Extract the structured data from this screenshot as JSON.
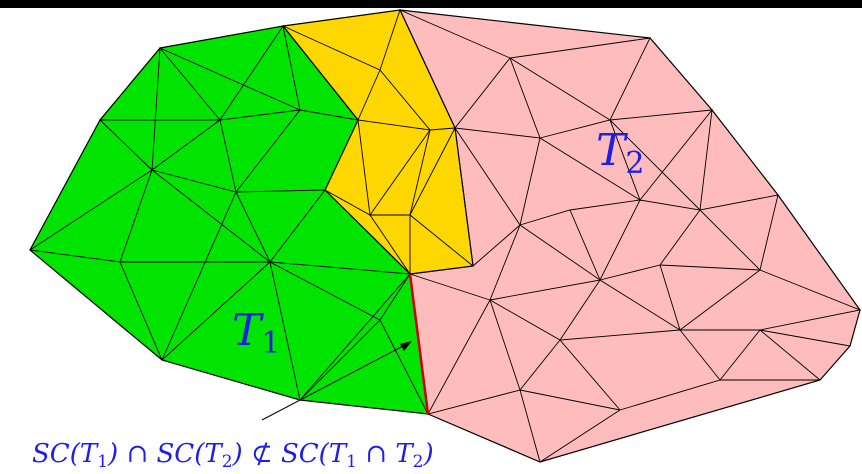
{
  "colors": {
    "region_t1": "#00e400",
    "region_middle": "#ffd700",
    "region_t2": "#ffbcbc",
    "highlight_edge": "#cc0000",
    "label": "#1e1ee6"
  },
  "labels": {
    "t1_script": "T",
    "t1_sub": "1",
    "t2_script": "T",
    "t2_sub": "2"
  },
  "caption": {
    "sc1": "SC(",
    "t1a": "T",
    "s1": "1",
    "close1": ") ∩ SC(",
    "t2a": "T",
    "s2": "2",
    "close2": ") ⊄ SC(",
    "t1b": "T",
    "s3": "1",
    "cap": " ∩ ",
    "t2b": "T",
    "s4": "2",
    "close3": ")"
  }
}
